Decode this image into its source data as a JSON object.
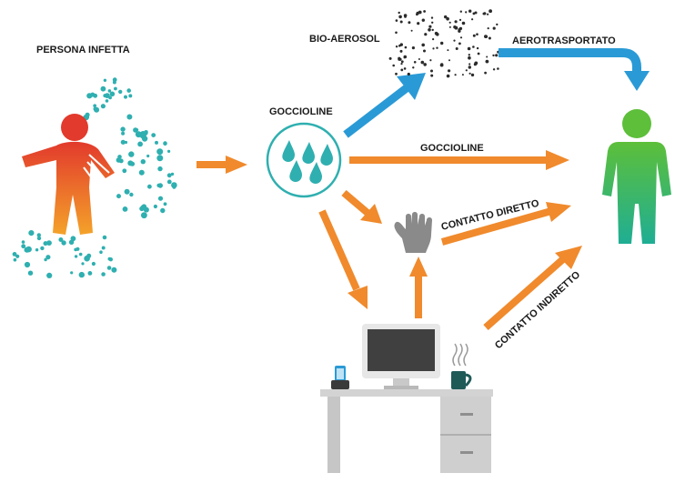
{
  "labels": {
    "infected_person": "PERSONA INFETTA",
    "bioaerosol": "BIO-AEROSOL",
    "airborne": "AEROTRASPORTATO",
    "droplets_node": "GOCCIOLINE",
    "droplets_edge": "GOCCIOLINE",
    "direct_contact": "CONTATTO DIRETTO",
    "indirect_contact": "CONTATTO INDIRETTO"
  },
  "icons": {
    "infected_person": "coughing-person-icon",
    "droplets": "droplets-icon",
    "aerosol": "aerosol-cloud-icon",
    "hand": "hand-icon",
    "workstation": "desk-computer-icon",
    "healthy_person": "healthy-person-icon"
  },
  "colors": {
    "arrow_orange": "#F08A2C",
    "arrow_blue": "#2A9AD6",
    "teal": "#2FAFB0",
    "person_green": "#23B27E",
    "person_red": "#E0432B"
  }
}
